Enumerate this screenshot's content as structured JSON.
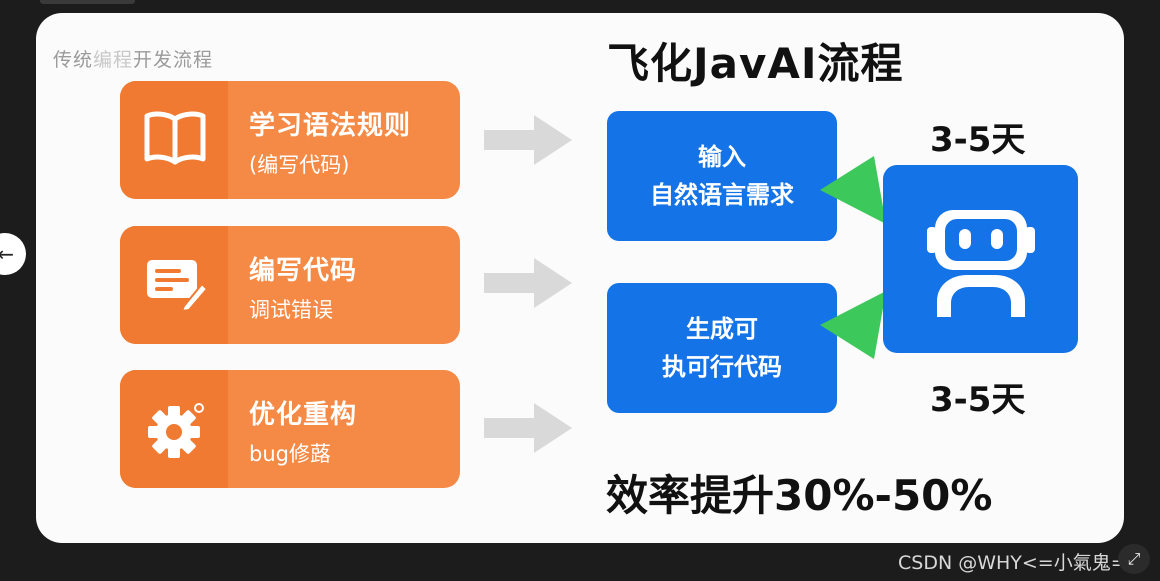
{
  "left": {
    "title_clear": "传统",
    "title_blur": "编程",
    "title_rest": "开发流程",
    "steps": [
      {
        "icon": "book-icon",
        "title": "学习语法规则",
        "subtitle": "(编写代码)"
      },
      {
        "icon": "document-edit-icon",
        "title": "编写代码",
        "subtitle": "调试错误"
      },
      {
        "icon": "gear-icon",
        "title": "优化重构",
        "subtitle": "bug修蕗"
      }
    ]
  },
  "right": {
    "title": "飞化JavAI流程",
    "input_box": {
      "line1": "输入",
      "line2": "自然语言需求"
    },
    "output_box": {
      "line1": "生成可",
      "line2": "执可行代码"
    },
    "robot_icon": "robot-icon",
    "days_top": "3-5天",
    "days_bottom": "3-5天",
    "efficiency": "效率提升30%-50%"
  },
  "colors": {
    "orange": "#f48a45",
    "orange_dark": "#f07a31",
    "blue": "#1473e6",
    "green": "#3cc85a",
    "gray_arrow": "#d9d9d9"
  },
  "overlay": {
    "back_icon": "←",
    "watermark": "CSDN @WHY<=小氣鬼=>",
    "expand_icon": "⤢"
  }
}
